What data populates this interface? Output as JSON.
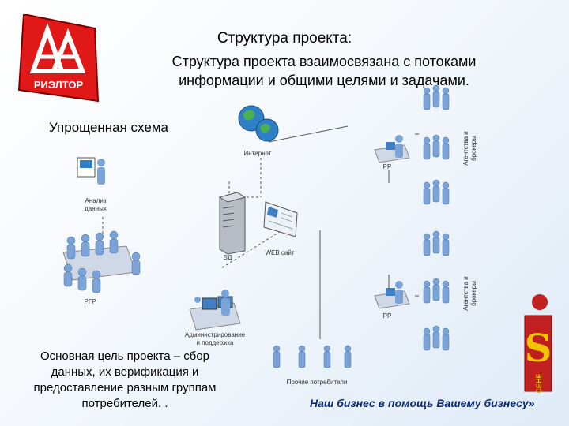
{
  "header": {
    "title": "Структура проекта:",
    "subtitle_line1": "Структура проекта взаимосвязана с потоками",
    "subtitle_line2": "информации и общими целями и задачами."
  },
  "logo": {
    "text": "РИЭЛТОР",
    "color": "#e01818"
  },
  "diagram": {
    "caption": "Упрощенная схема",
    "nodes": {
      "internet": "Интернет",
      "analysis_line1": "Анализ",
      "analysis_line2": "данных",
      "rgr": "РГР",
      "db": "БД",
      "web": "WEB сайт",
      "admin_line1": "Администрирование",
      "admin_line2": "и поддержка",
      "pr_top": "PP",
      "pr_bottom": "PP",
      "other": "Прочие потребители",
      "agencies_top_line1": "Агентства и",
      "agencies_top_line2": "брокеры",
      "agencies_bottom_line1": "Агентства и",
      "agencies_bottom_line2": "брокеры"
    }
  },
  "goal": {
    "line1": "Основная цель проекта – сбор",
    "line2": "данных, их верификация и",
    "line3": "предоставление разным группам",
    "line4": "потребителей. ."
  },
  "footer": {
    "slogan": "Наш бизнес в помощь Вашему бизнесу»"
  },
  "brand": {
    "letter": "S",
    "text": "СЕНЕ"
  },
  "colors": {
    "accent": "#0a2a7a",
    "logo_red": "#e01818",
    "person": "#7aa3d8",
    "line": "#555555"
  }
}
